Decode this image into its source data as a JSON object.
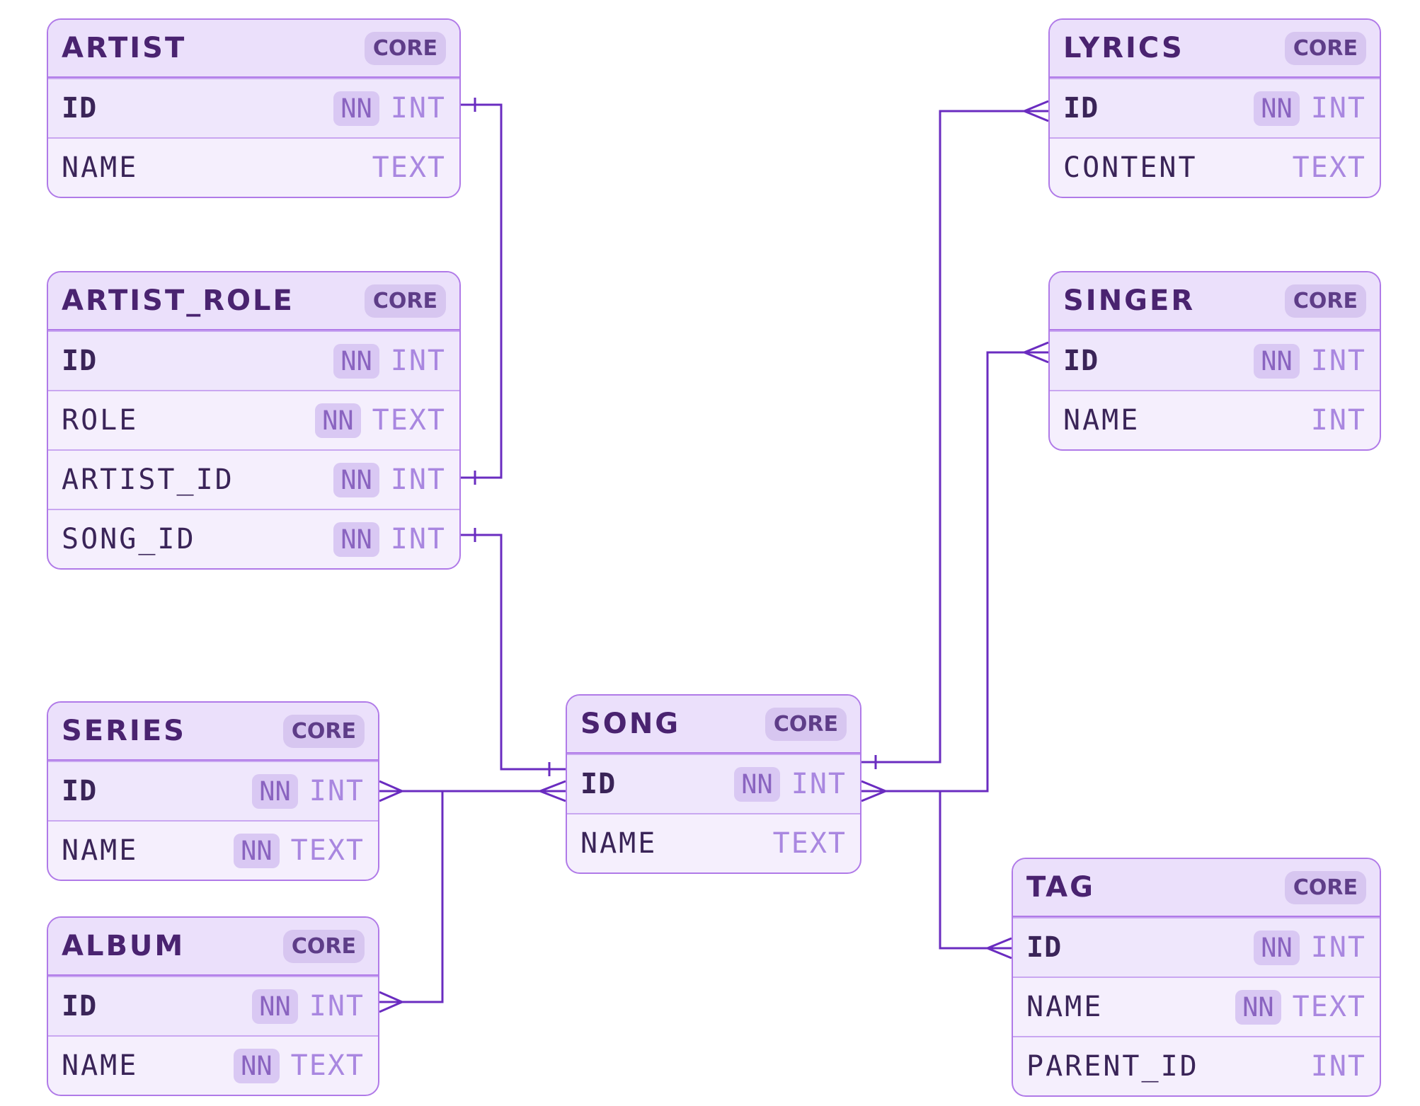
{
  "colors": {
    "line": "#6a2cc0",
    "border": "#b07ae8",
    "header": "#ebe0fb",
    "body": "#f5effd"
  },
  "entities": {
    "artist": {
      "name": "ARTIST",
      "badge": "CORE",
      "fields": [
        {
          "name": "ID",
          "nn": "NN",
          "type": "INT"
        },
        {
          "name": "NAME",
          "type": "TEXT"
        }
      ]
    },
    "artist_role": {
      "name": "ARTIST_ROLE",
      "badge": "CORE",
      "fields": [
        {
          "name": "ID",
          "nn": "NN",
          "type": "INT"
        },
        {
          "name": "ROLE",
          "nn": "NN",
          "type": "TEXT"
        },
        {
          "name": "ARTIST_ID",
          "nn": "NN",
          "type": "INT"
        },
        {
          "name": "SONG_ID",
          "nn": "NN",
          "type": "INT"
        }
      ]
    },
    "series": {
      "name": "SERIES",
      "badge": "CORE",
      "fields": [
        {
          "name": "ID",
          "nn": "NN",
          "type": "INT"
        },
        {
          "name": "NAME",
          "nn": "NN",
          "type": "TEXT"
        }
      ]
    },
    "album": {
      "name": "ALBUM",
      "badge": "CORE",
      "fields": [
        {
          "name": "ID",
          "nn": "NN",
          "type": "INT"
        },
        {
          "name": "NAME",
          "nn": "NN",
          "type": "TEXT"
        }
      ]
    },
    "song": {
      "name": "SONG",
      "badge": "CORE",
      "fields": [
        {
          "name": "ID",
          "nn": "NN",
          "type": "INT"
        },
        {
          "name": "NAME",
          "type": "TEXT"
        }
      ]
    },
    "lyrics": {
      "name": "LYRICS",
      "badge": "CORE",
      "fields": [
        {
          "name": "ID",
          "nn": "NN",
          "type": "INT"
        },
        {
          "name": "CONTENT",
          "type": "TEXT"
        }
      ]
    },
    "singer": {
      "name": "SINGER",
      "badge": "CORE",
      "fields": [
        {
          "name": "ID",
          "nn": "NN",
          "type": "INT"
        },
        {
          "name": "NAME",
          "type": "INT"
        }
      ]
    },
    "tag": {
      "name": "TAG",
      "badge": "CORE",
      "fields": [
        {
          "name": "ID",
          "nn": "NN",
          "type": "INT"
        },
        {
          "name": "NAME",
          "nn": "NN",
          "type": "TEXT"
        },
        {
          "name": "PARENT_ID",
          "type": "INT"
        }
      ]
    }
  },
  "relationships": [
    {
      "from": "artist.ID",
      "to": "artist_role.ARTIST_ID",
      "from_end": "one",
      "to_end": "one"
    },
    {
      "from": "artist_role.SONG_ID",
      "to": "song.ID",
      "from_end": "one",
      "to_end": "one"
    },
    {
      "from": "series.ID",
      "to": "song.ID",
      "from_end": "many",
      "to_end": "many"
    },
    {
      "from": "album.ID",
      "to": "song.ID",
      "from_end": "many",
      "to_end": "many"
    },
    {
      "from": "song.ID",
      "to": "lyrics.ID",
      "from_end": "one",
      "to_end": "many"
    },
    {
      "from": "song.ID",
      "to": "singer.ID",
      "from_end": "many",
      "to_end": "many"
    },
    {
      "from": "song.ID",
      "to": "tag.ID",
      "from_end": "many",
      "to_end": "many"
    }
  ]
}
